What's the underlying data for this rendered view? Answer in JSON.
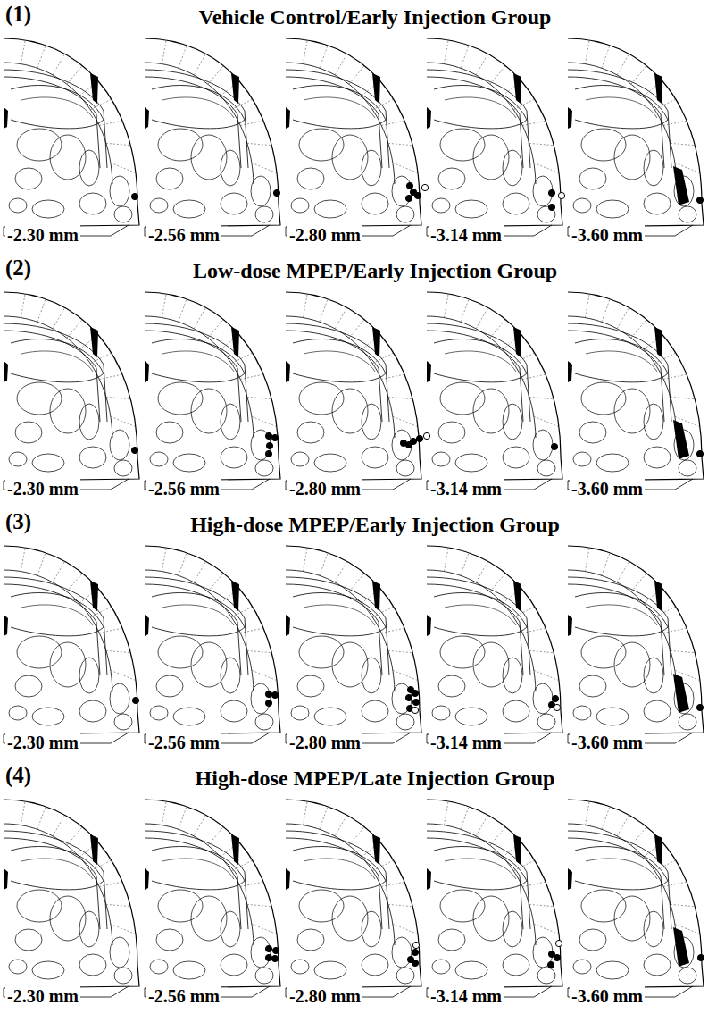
{
  "diagram": {
    "labels": [
      "(1)",
      "Vehicle Control/Early Injection Group",
      "-2.30 mm",
      "-2.56 mm",
      "-2.80 mm",
      "-3.14 mm",
      "-3.60 mm",
      "(2)",
      "Low-dose MPEP/Early Injection Group",
      "-2.30 mm",
      "-2.56 mm",
      "-2.80 mm",
      "-3.14 mm",
      "-3.60 mm",
      "(3)",
      "High-dose MPEP/Early Injection Group",
      "-2.30 mm",
      "-2.56 mm",
      "-2.80 mm",
      "-3.14 mm",
      "-3.60 mm",
      "(4)",
      "High-dose MPEP/Late Injection Group",
      "-2.30 mm",
      "-2.56 mm",
      "-2.80 mm",
      "-3.14 mm",
      "-3.60 mm"
    ]
  }
}
